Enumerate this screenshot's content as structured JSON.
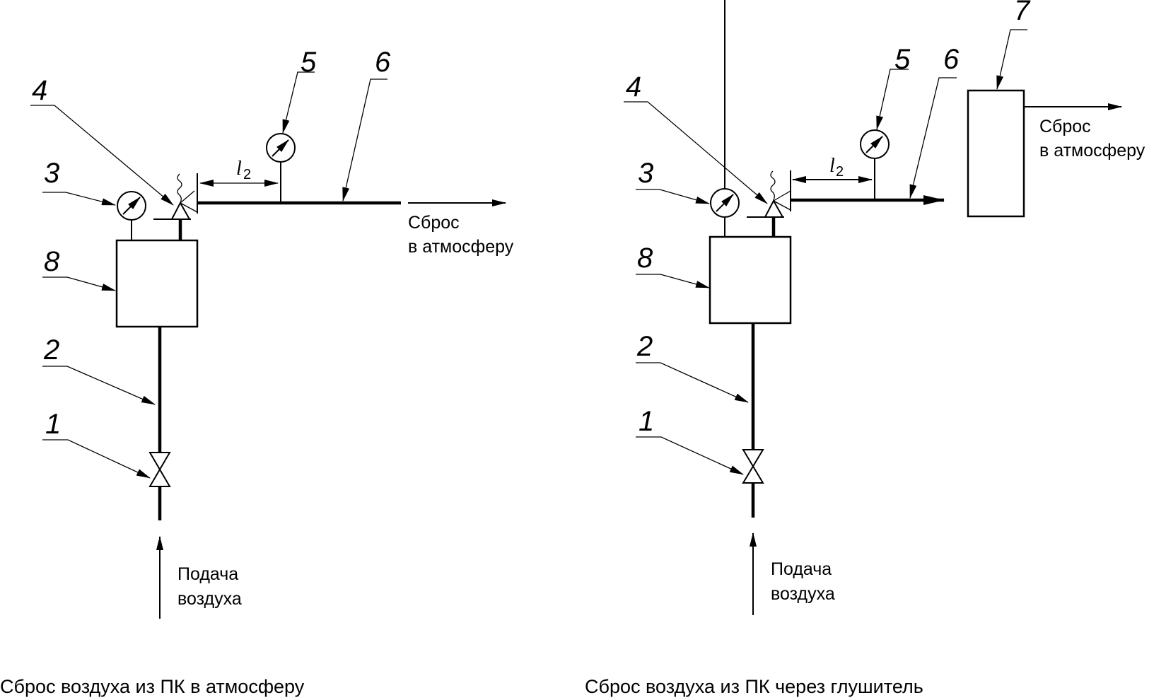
{
  "diagrams": [
    {
      "id": "left",
      "caption": "Сброс воздуха из ПК в атмосферу",
      "inlet_label": [
        "Подача",
        "воздуха"
      ],
      "outlet_label": [
        "Сброс",
        "в атмосферу"
      ],
      "dimension_label": {
        "symbol": "l",
        "subscript": "2"
      },
      "callouts": [
        "1",
        "2",
        "3",
        "4",
        "5",
        "6",
        "8"
      ]
    },
    {
      "id": "right",
      "caption": "Сброс воздуха из ПК через глушитель",
      "inlet_label": [
        "Подача",
        "воздуха"
      ],
      "outlet_label": [
        "Сброс",
        "в атмосферу"
      ],
      "dimension_label": {
        "symbol": "l",
        "subscript": "2"
      },
      "callouts": [
        "1",
        "2",
        "3",
        "4",
        "5",
        "6",
        "7",
        "8"
      ]
    }
  ],
  "components": {
    "1": "valve",
    "2": "pipe",
    "3": "pressure-gauge",
    "4": "safety-valve",
    "5": "pressure-gauge",
    "6": "discharge-pipe",
    "7": "silencer",
    "8": "vessel"
  }
}
